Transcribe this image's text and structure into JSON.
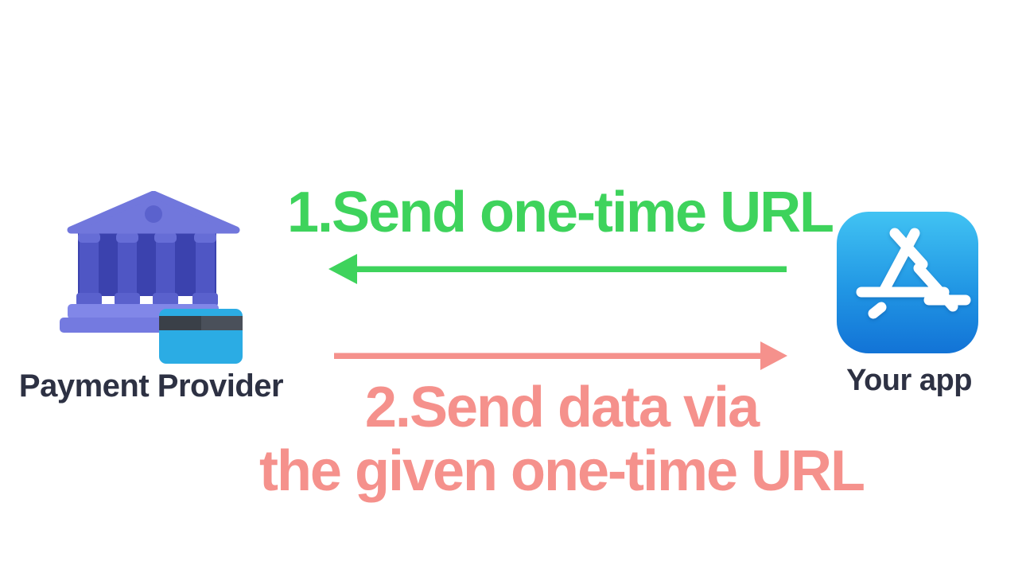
{
  "diagram_title": "",
  "nodes": {
    "payment_provider": {
      "label": "Payment Provider",
      "icon": "bank-credit-card-icon"
    },
    "your_app": {
      "label": "Your app",
      "icon": "app-store-icon"
    }
  },
  "flows": {
    "step1": {
      "label": "1.Send one-time URL",
      "direction": "left",
      "from": "your_app",
      "to": "payment_provider",
      "color": "#3ed35c"
    },
    "step2": {
      "label_line1": "2.Send data via",
      "label_line2": "the given one-time URL",
      "direction": "right",
      "from": "payment_provider",
      "to": "your_app",
      "color": "#f5918c"
    }
  },
  "colors": {
    "background": "#ffffff",
    "green_arrow": "#3ed35c",
    "pink_arrow": "#f5918c",
    "node_label_text": "#2d3143",
    "app_tile_gradient_top": "#41c3f3",
    "app_tile_gradient_bottom": "#1273d6",
    "bank_roof": "#7177dc",
    "bank_wall": "#3b42ae",
    "bank_column": "#4f56c4",
    "bank_step": "#7d83e5",
    "card_body": "#2bace4",
    "card_stripe": "#3a4048"
  }
}
